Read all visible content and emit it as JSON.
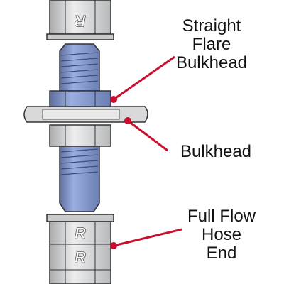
{
  "labels": {
    "straight_flare_bulkhead": [
      "Straight",
      "Flare",
      "Bulkhead"
    ],
    "bulkhead": "Bulkhead",
    "full_flow_hose_end": [
      "Full Flow",
      "Hose",
      "End"
    ]
  },
  "logo_text": "R",
  "colors": {
    "fitting_blue": "#7f93c4",
    "fitting_blue_dark": "#5d6f9f",
    "nut_grey": "#d9dadb",
    "nut_grey_dark": "#a9abad",
    "outline": "#333333",
    "pointer_red": "#c8102e"
  }
}
